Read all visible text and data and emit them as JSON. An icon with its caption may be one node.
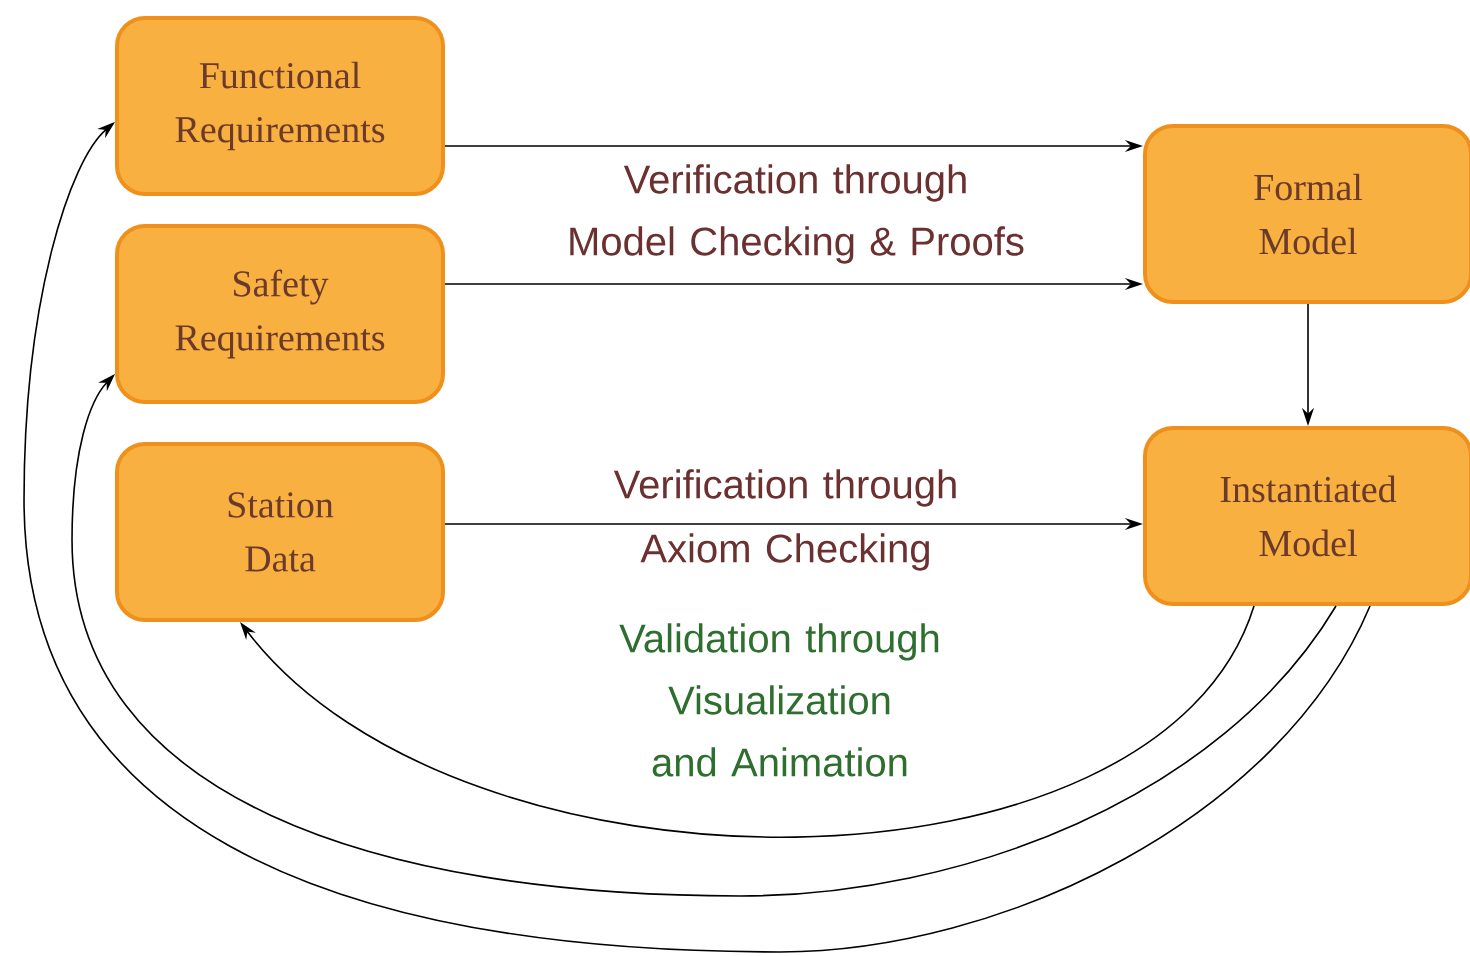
{
  "diagram": {
    "nodes": [
      {
        "text": [
          "Functional Requirements"
        ]
      },
      {
        "text": [
          "Safety Requirements"
        ]
      },
      {
        "text": [
          "Station Data"
        ]
      },
      {
        "text": [
          "Formal Model"
        ]
      },
      {
        "text": [
          "Instantiated Model"
        ]
      }
    ],
    "edges": [
      {
        "from": 0,
        "to": 3,
        "arrow": "to"
      },
      {
        "from": 1,
        "to": 3,
        "arrow": "to"
      },
      {
        "from": 3,
        "to": 4,
        "arrow": "to"
      },
      {
        "from": 2,
        "to": 4,
        "arrow": "to",
        "label": "Verification through Axiom Checking"
      },
      {
        "from": 4,
        "to": 2,
        "arrow": "to"
      },
      {
        "from": 4,
        "to": 1,
        "arrow": "to"
      },
      {
        "from": 4,
        "to": 0,
        "arrow": "to"
      }
    ],
    "labels": [
      "Verification through Model Checking & Proofs",
      "Validation through Visualization and Animation"
    ]
  }
}
